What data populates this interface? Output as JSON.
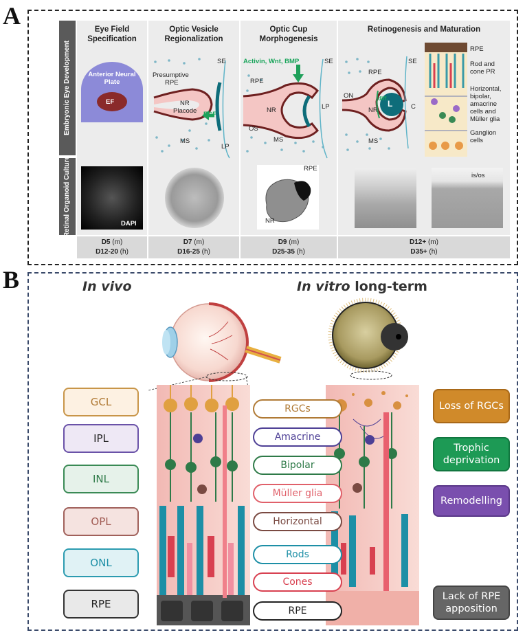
{
  "panel_a": {
    "letter": "A",
    "row_labels": {
      "top": "Embryonic Eye Development",
      "bottom": "Retinal Organoid Culture"
    },
    "columns": [
      {
        "header": "Eye Field Specification",
        "stage_m": "D5",
        "stage_h": "D12-20"
      },
      {
        "header": "Optic Vesicle Regionalization",
        "stage_m": "D7",
        "stage_h": "D16-25"
      },
      {
        "header": "Optic Cup Morphogenesis",
        "stage_m": "D9",
        "stage_h": "D25-35"
      },
      {
        "header": "Retinogenesis and Maturation",
        "stage_m": "D12+",
        "stage_h": "D35+"
      }
    ],
    "unit_m": " (m)",
    "unit_h": " (h)",
    "col1": {
      "plate": "Anterior Neural Plate",
      "ef": "EF",
      "dapi": "DAPI"
    },
    "col2": {
      "presumptive": "Presumptive",
      "rpe": "RPE",
      "nr": "NR",
      "placode": "Placode",
      "fgf": "FGF",
      "se": "SE",
      "ms": "MS",
      "lp": "LP"
    },
    "col3": {
      "signals": "Activin, Wnt, BMP",
      "se": "SE",
      "rpe": "RPE",
      "nr": "NR",
      "lp": "LP",
      "os": "OS",
      "ms": "MS",
      "organoid_rpe": "RPE",
      "organoid_nr": "NR"
    },
    "col4": {
      "rpe": "RPE",
      "se": "SE",
      "on": "ON",
      "diff": "diff.",
      "nr": "NR",
      "l": "L",
      "c": "C",
      "ms": "MS",
      "isos": "is/os"
    },
    "cell_types": [
      "RPE",
      "Rod and cone PR",
      "Horizontal, bipolar, amacrine cells and Müller glia",
      "Ganglion cells"
    ]
  },
  "panel_b": {
    "letter": "B",
    "title_left_italic": "In vivo",
    "title_right_italic": "In vitro",
    "title_right_rest": " long-term",
    "layers": [
      {
        "label": "GCL",
        "border": "#c89548",
        "bg": "#fdf1e2",
        "text": "#b07a35"
      },
      {
        "label": "IPL",
        "border": "#6a52a8",
        "bg": "#eee8f5",
        "text": "#222"
      },
      {
        "label": "INL",
        "border": "#3a8a55",
        "bg": "#e6f2ea",
        "text": "#2e7a48"
      },
      {
        "label": "OPL",
        "border": "#a0605a",
        "bg": "#f5e3e0",
        "text": "#a05a52"
      },
      {
        "label": "ONL",
        "border": "#2b9bb0",
        "bg": "#e0f2f5",
        "text": "#1d8fa6"
      },
      {
        "label": "RPE",
        "border": "#333333",
        "bg": "#e9e9e9",
        "text": "#222"
      }
    ],
    "cells": [
      {
        "label": "RGCs",
        "color": "#b07a35"
      },
      {
        "label": "Amacrine",
        "color": "#4d3f95"
      },
      {
        "label": "Bipolar",
        "color": "#2e7a48"
      },
      {
        "label": "Müller glia",
        "color": "#e0606a"
      },
      {
        "label": "Horizontal",
        "color": "#7a4a42"
      },
      {
        "label": "Rods",
        "color": "#1d8fa6"
      },
      {
        "label": "Cones",
        "color": "#d84050"
      },
      {
        "label": "RPE",
        "color": "#222222"
      }
    ],
    "effects": [
      {
        "label": "Loss of RGCs",
        "bg": "#d08a2a"
      },
      {
        "label": "Trophic deprivation",
        "bg": "#1d9a55"
      },
      {
        "label": "Remodelling",
        "bg": "#7a4fae"
      },
      {
        "label": "Lack of RPE apposition",
        "bg": "#666666"
      }
    ]
  }
}
